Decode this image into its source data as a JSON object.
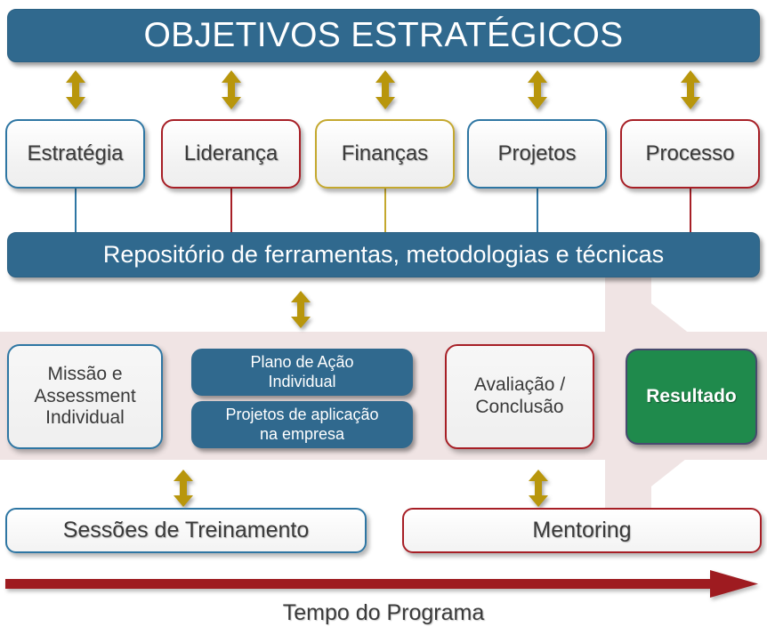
{
  "diagram": {
    "title": "OBJETIVOS ESTRATÉGICOS",
    "repository": "Repositório de ferramentas, metodologias e técnicas",
    "timeline_label": "Tempo do Programa",
    "colors": {
      "blue": "#30698E",
      "outline_blue": "#2E76A3",
      "red": "#A71F26",
      "gold": "#C4A82E",
      "arrow_gold": "#B8960C",
      "green": "#1F8A4C",
      "band_pink": "#F0E4E4",
      "timeline_red": "#9E1B20"
    },
    "pillars": [
      {
        "label": "Estratégia",
        "accent": "blue"
      },
      {
        "label": "Liderança",
        "accent": "red"
      },
      {
        "label": "Finanças",
        "accent": "gold"
      },
      {
        "label": "Projetos",
        "accent": "blue"
      },
      {
        "label": "Processo",
        "accent": "red"
      }
    ],
    "phases": [
      {
        "label": "Missão e Assessment Individual",
        "style": "outline-blue"
      },
      {
        "label": "Plano de Ação Individual",
        "style": "solid-blue"
      },
      {
        "label": "Projetos de aplicação na empresa",
        "style": "solid-blue"
      },
      {
        "label": "Avaliação / Conclusão",
        "style": "outline-red"
      },
      {
        "label": "Resultado",
        "style": "solid-green"
      }
    ],
    "phase_lines": {
      "missao_1": "Missão e",
      "missao_2": "Assessment",
      "missao_3": "Individual",
      "plano_1": "Plano de Ação",
      "plano_2": "Individual",
      "projetos_1": "Projetos de aplicação",
      "projetos_2": "na empresa",
      "avaliacao_1": "Avaliação /",
      "avaliacao_2": "Conclusão",
      "resultado": "Resultado"
    },
    "delivery": [
      {
        "label": "Sessões de Treinamento",
        "accent": "blue"
      },
      {
        "label": "Mentoring",
        "accent": "red"
      }
    ]
  }
}
